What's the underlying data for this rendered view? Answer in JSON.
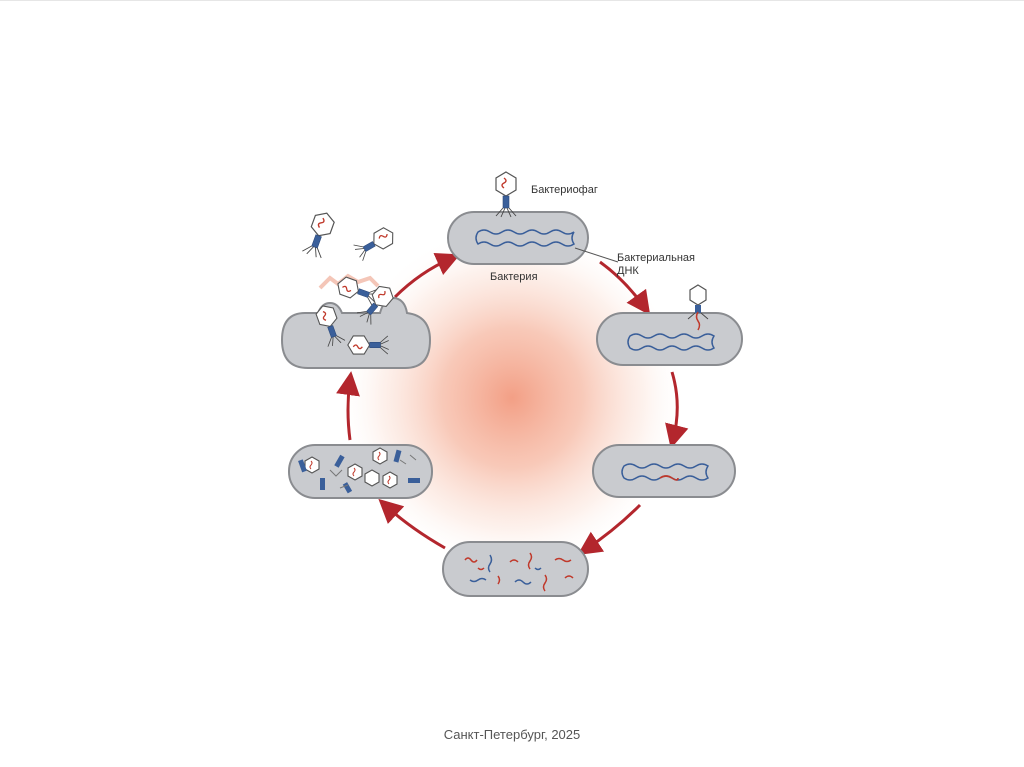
{
  "labels": {
    "bacteriophage": "Бактериофаг",
    "bacteria": "Бактерия",
    "bacterial_dna_line1": "Бактериальная",
    "bacterial_dna_line2": "ДНК"
  },
  "footer": {
    "text": "Санкт-Петербург, 2025"
  },
  "colors": {
    "cell_fill": "#c9cbcf",
    "cell_stroke": "#8a8c90",
    "dna_blue": "#3a5f9a",
    "phage_dna_red": "#c0392b",
    "arrow_red": "#b3262d",
    "glow_center": "#f29a7f"
  },
  "icons": {
    "phage": "bacteriophage-icon",
    "arrow": "cycle-arrow-icon"
  }
}
